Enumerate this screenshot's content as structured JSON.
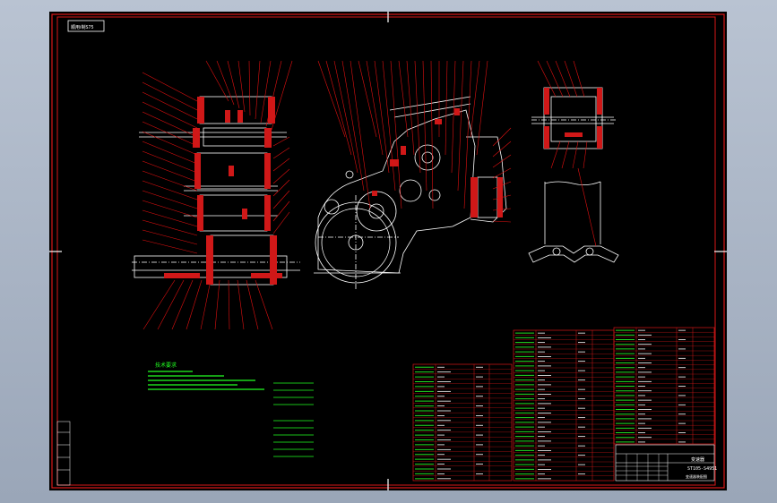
{
  "drawing": {
    "corner_tag": "顺用Ⅰ制S75",
    "notes_title": "技术要求",
    "title_block_name": "变速器",
    "title_block_code": "ST105-S4951",
    "title_block_footer": "变速器装配图"
  },
  "colors": {
    "sheet": "#000000",
    "border": "#d81818",
    "outline": "#ffffff",
    "leader": "#e01010",
    "notes": "#22ff22",
    "hatch": "#ff2020"
  }
}
